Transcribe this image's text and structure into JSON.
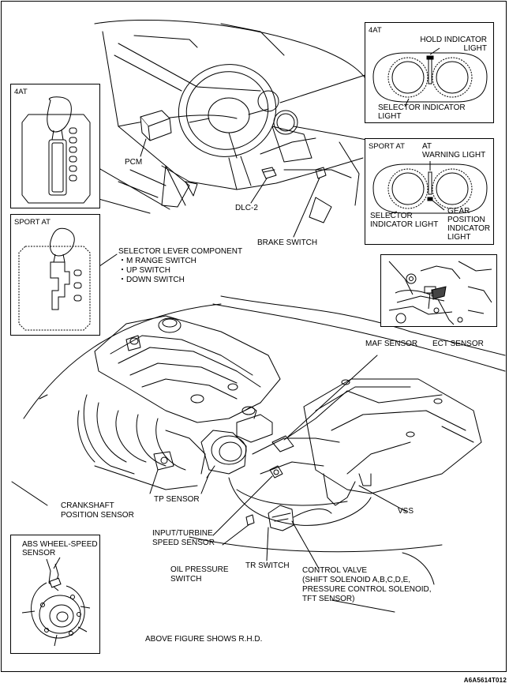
{
  "insets": {
    "cluster_4at": {
      "tag": "4AT",
      "hold_indicator": [
        "HOLD INDICATOR",
        "LIGHT"
      ],
      "selector_indicator": [
        "SELECTOR INDICATOR",
        "LIGHT"
      ]
    },
    "cluster_sport": {
      "tag": "SPORT AT",
      "at_warning": [
        "AT",
        "WARNING LIGHT"
      ],
      "selector_indicator": [
        "SELECTOR",
        "INDICATOR LIGHT"
      ],
      "gear_position": [
        "GEAR",
        "POSITION",
        "INDICATOR",
        "LIGHT"
      ]
    },
    "shifter_4at": {
      "tag": "4AT"
    },
    "shifter_sport": {
      "tag": "SPORT AT"
    },
    "ect": {
      "label": "ECT SENSOR"
    },
    "abs": {
      "label": [
        "ABS WHEEL-SPEED",
        "SENSOR"
      ]
    }
  },
  "labels": {
    "pcm": "PCM",
    "dlc2": "DLC-2",
    "brake_switch": "BRAKE SWITCH",
    "selector_lever": [
      "SELECTOR LEVER COMPONENT",
      "・M RANGE SWITCH",
      "・UP SWITCH",
      "・DOWN SWITCH"
    ],
    "maf_sensor": "MAF SENSOR",
    "crankshaft": [
      "CRANKSHAFT",
      "POSITION SENSOR"
    ],
    "tp_sensor": "TP SENSOR",
    "vss": "VSS",
    "input_turbine": [
      "INPUT/TURBINE",
      "SPEED SENSOR"
    ],
    "oil_pressure": [
      "OIL PRESSURE",
      "SWITCH"
    ],
    "tr_switch": "TR SWITCH",
    "control_valve": [
      "CONTROL VALVE",
      "(SHIFT SOLENOID A,B,C,D,E,",
      "PRESSURE CONTROL SOLENOID,",
      "TFT SENSOR)"
    ]
  },
  "footer_note": "ABOVE FIGURE SHOWS R.H.D.",
  "figure_code": "A6A5614T012"
}
